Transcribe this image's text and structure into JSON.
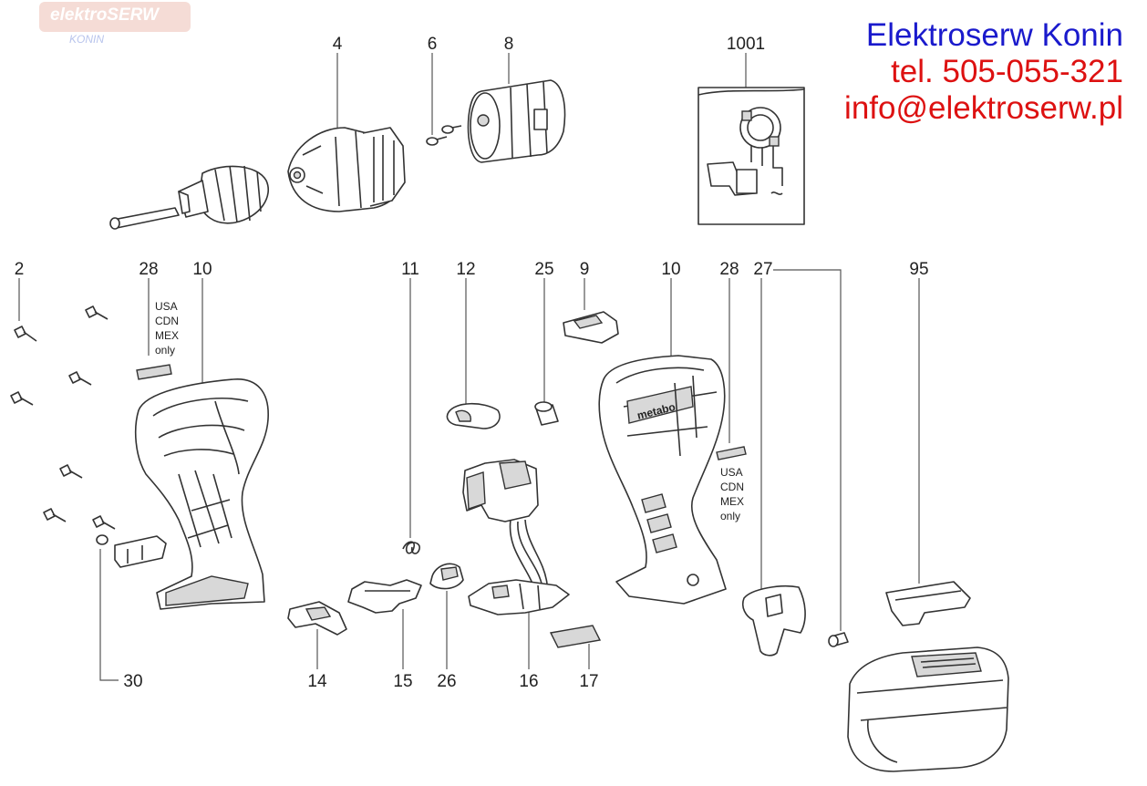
{
  "watermark": {
    "brand": "elektroSERW",
    "city": "KONIN"
  },
  "contact": {
    "company": "Elektroserw Konin",
    "phone": "tel. 505-055-321",
    "email": "info@elektroserw.pl",
    "company_color": "#1a1acc",
    "phone_color": "#dd1111",
    "email_color": "#dd1111"
  },
  "tool_brand": "metabo",
  "region_note": [
    "USA",
    "CDN",
    "MEX",
    "only"
  ],
  "callouts": [
    "4",
    "6",
    "8",
    "1001",
    "2",
    "28",
    "10",
    "11",
    "12",
    "25",
    "9",
    "10",
    "28",
    "27",
    "95",
    "30",
    "14",
    "15",
    "26",
    "16",
    "17"
  ],
  "icons": [
    "chuck",
    "gear-housing",
    "motor",
    "screw",
    "housing-half",
    "switch",
    "battery-pack",
    "clip",
    "circuit-inset"
  ]
}
